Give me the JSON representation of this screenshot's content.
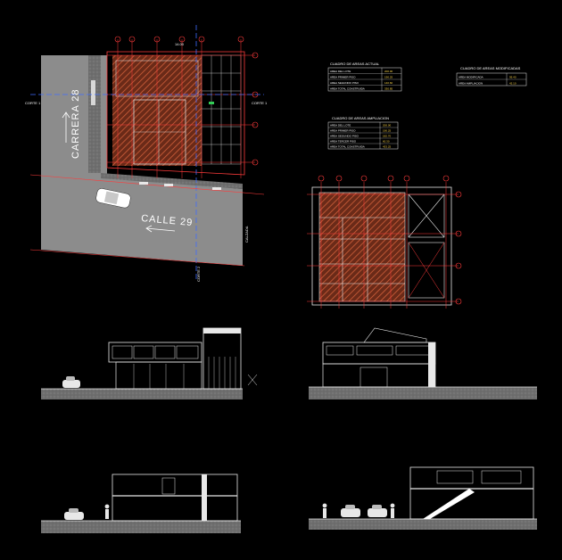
{
  "drawing": {
    "background": "#000000",
    "colors": {
      "ground_fill": "#8a8a8a",
      "axis_red": "#ff3b3b",
      "axis_blue": "#3f6cff",
      "hatch": "#c84a2a",
      "line_white": "#e8e8e8",
      "line_yellow": "#ffd84a",
      "line_green": "#33cc55"
    }
  },
  "site_plan": {
    "street_vertical": "CARRERA 28",
    "street_horizontal": "CALLE 29",
    "section_mark_left": "CORTE 1",
    "section_mark_right": "CORTE 1",
    "section_mark_vertical": "CORTE 2",
    "sidewalk_label": "CALZADA",
    "dimension_top": "14.00",
    "axis_numbers": [
      "1",
      "2",
      "3",
      "4",
      "5"
    ]
  },
  "tables": {
    "current_areas": {
      "title": "CUADRO DE AREAS ACTUAL",
      "rows": [
        {
          "label": "AREA DEL LOTE",
          "value": "200.00"
        },
        {
          "label": "AREA PRIMER PISO",
          "value": "190.25"
        },
        {
          "label": "AREA SEGUNDO PISO",
          "value": "140.60"
        },
        {
          "label": "AREA TOTAL CONSTRUIDA",
          "value": "330.85"
        }
      ]
    },
    "modified_areas": {
      "title": "CUADRO DE AREAS MODIFICADAS",
      "rows": [
        {
          "label": "AREA MODIFICADA",
          "value": "95.40"
        },
        {
          "label": "AREA AMPLIACION",
          "value": "42.10"
        }
      ]
    },
    "expansion_areas": {
      "title": "CUADRO DE AREAS AMPLIACION",
      "rows": [
        {
          "label": "AREA DEL LOTE",
          "value": "200.00"
        },
        {
          "label": "AREA PRIMER PISO",
          "value": "190.25"
        },
        {
          "label": "AREA SEGUNDO PISO",
          "value": "182.70"
        },
        {
          "label": "AREA TERCER PISO",
          "value": "60.30"
        },
        {
          "label": "AREA TOTAL CONSTRUIDA",
          "value": "433.25"
        }
      ]
    }
  }
}
